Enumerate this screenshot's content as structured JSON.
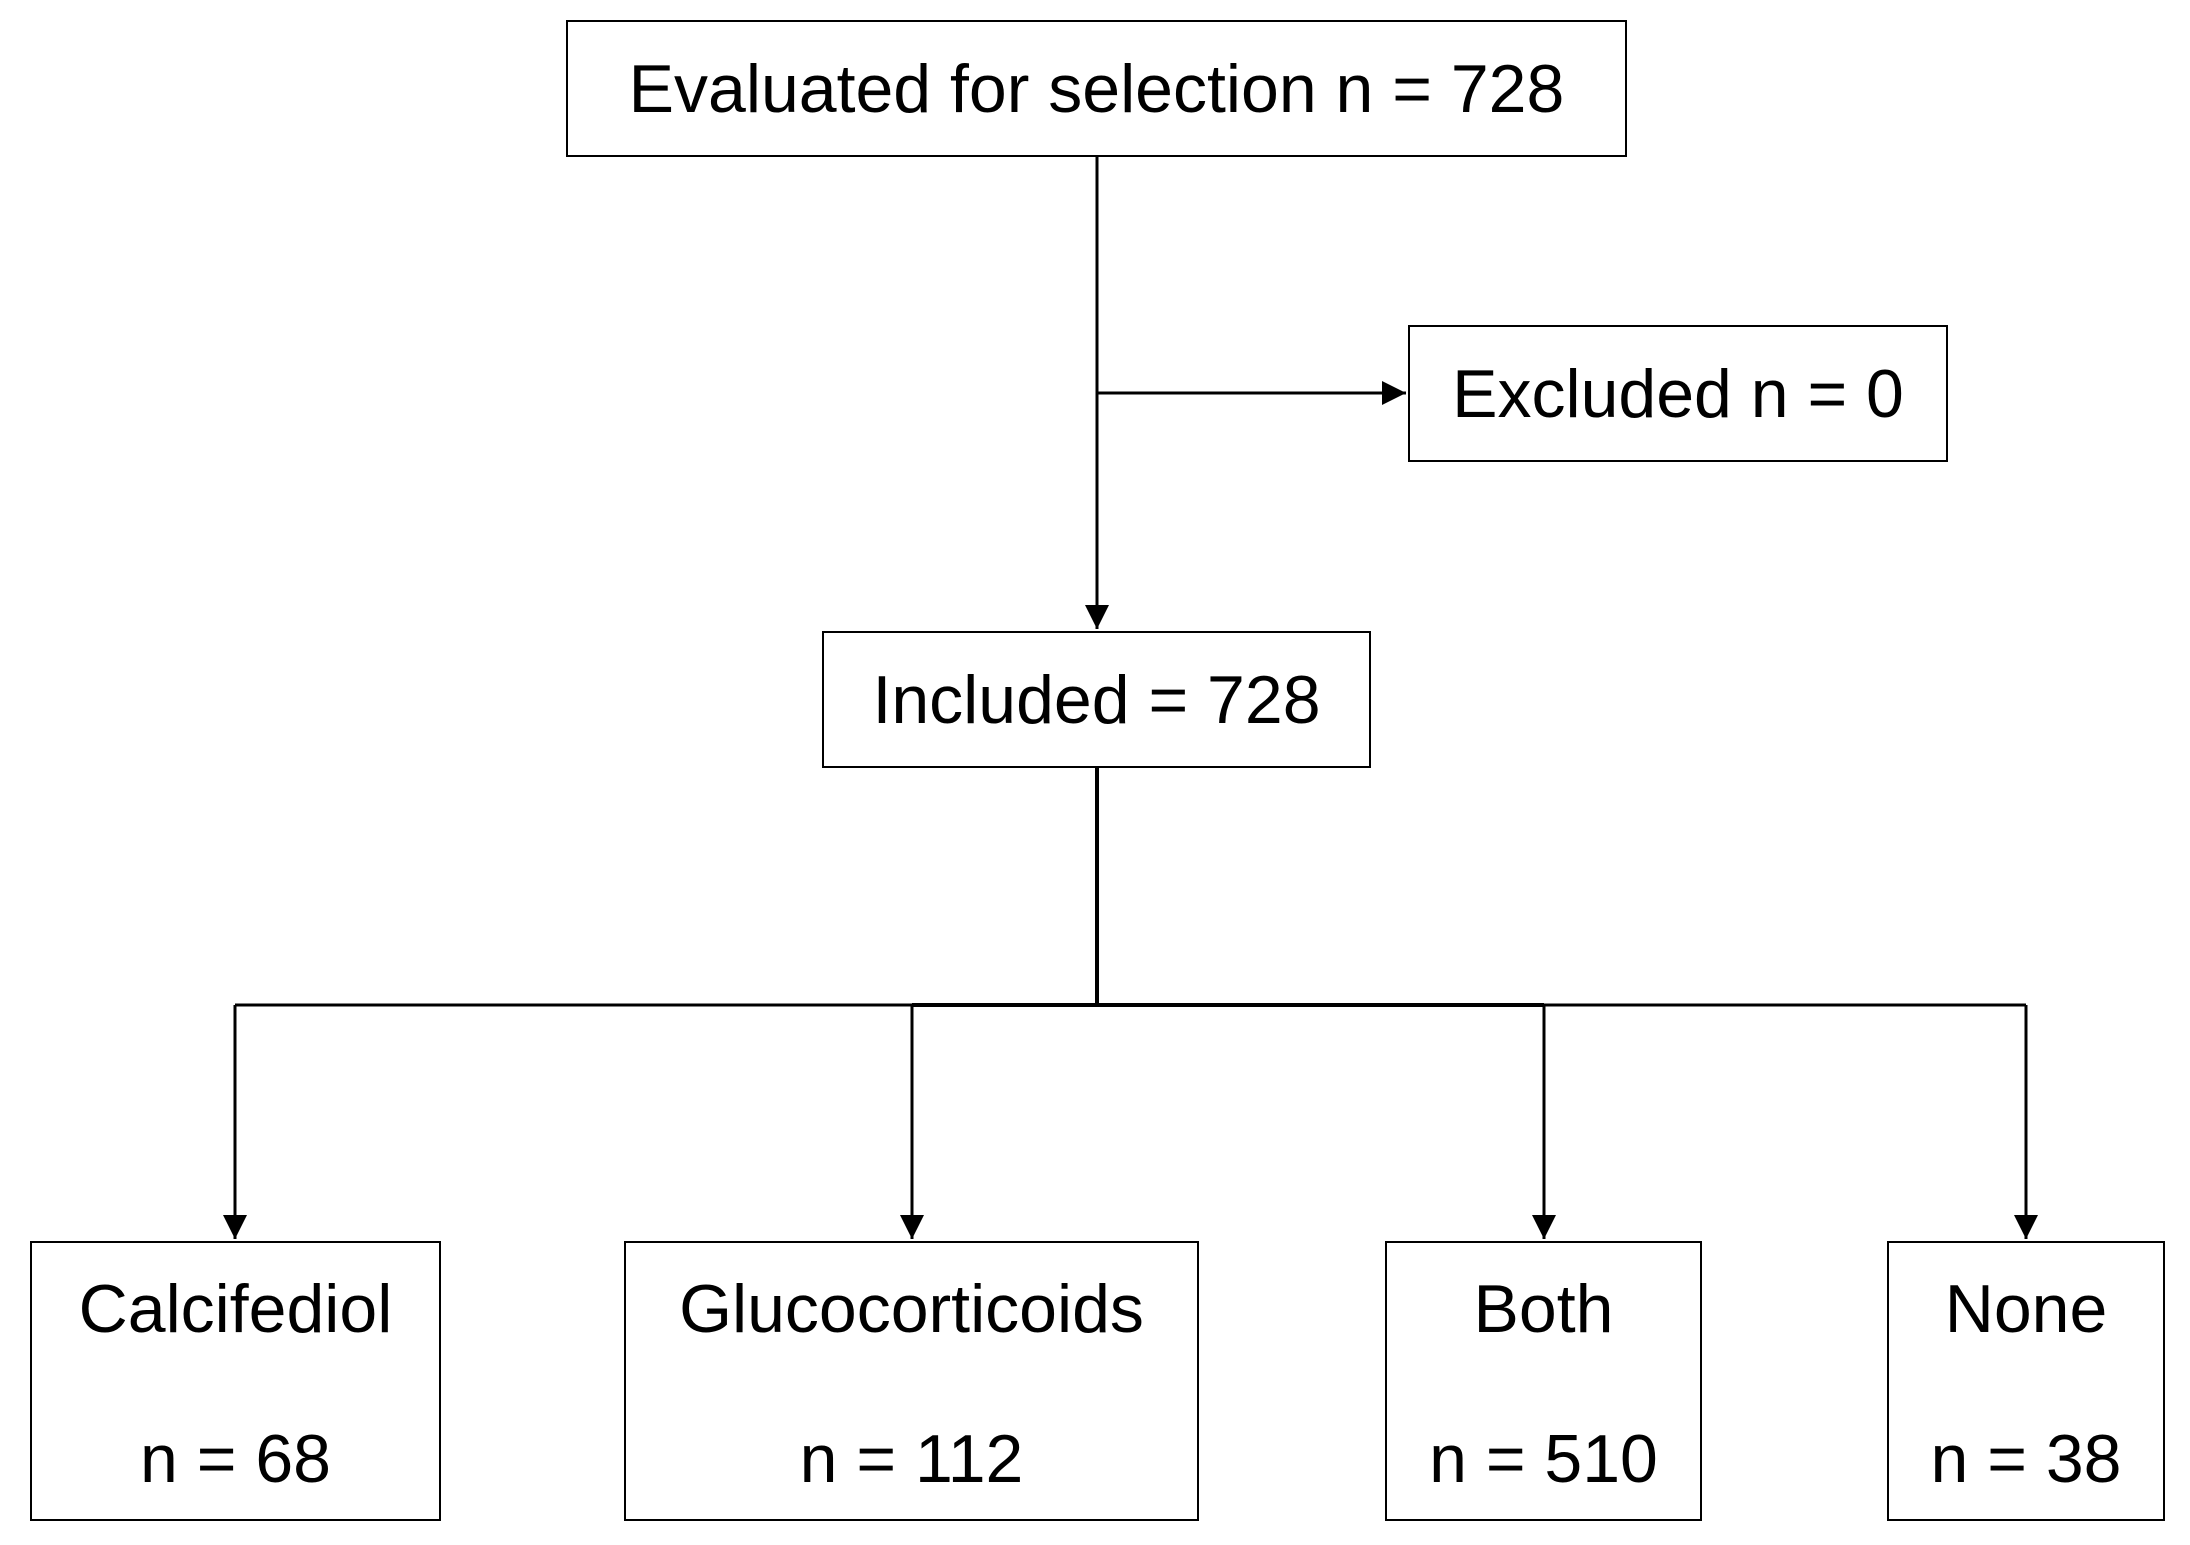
{
  "flowchart": {
    "evaluated": {
      "label": "Evaluated for selection n = 728"
    },
    "excluded": {
      "label": "Excluded n = 0"
    },
    "included": {
      "label": "Included = 728"
    },
    "groups": [
      {
        "name": "Calcifediol",
        "count": "n = 68"
      },
      {
        "name": "Glucocorticoids",
        "count": "n = 112"
      },
      {
        "name": "Both",
        "count": "n = 510"
      },
      {
        "name": "None",
        "count": "n = 38"
      }
    ]
  },
  "colors": {
    "line": "#000000",
    "box_border": "#000000",
    "background": "#ffffff"
  }
}
